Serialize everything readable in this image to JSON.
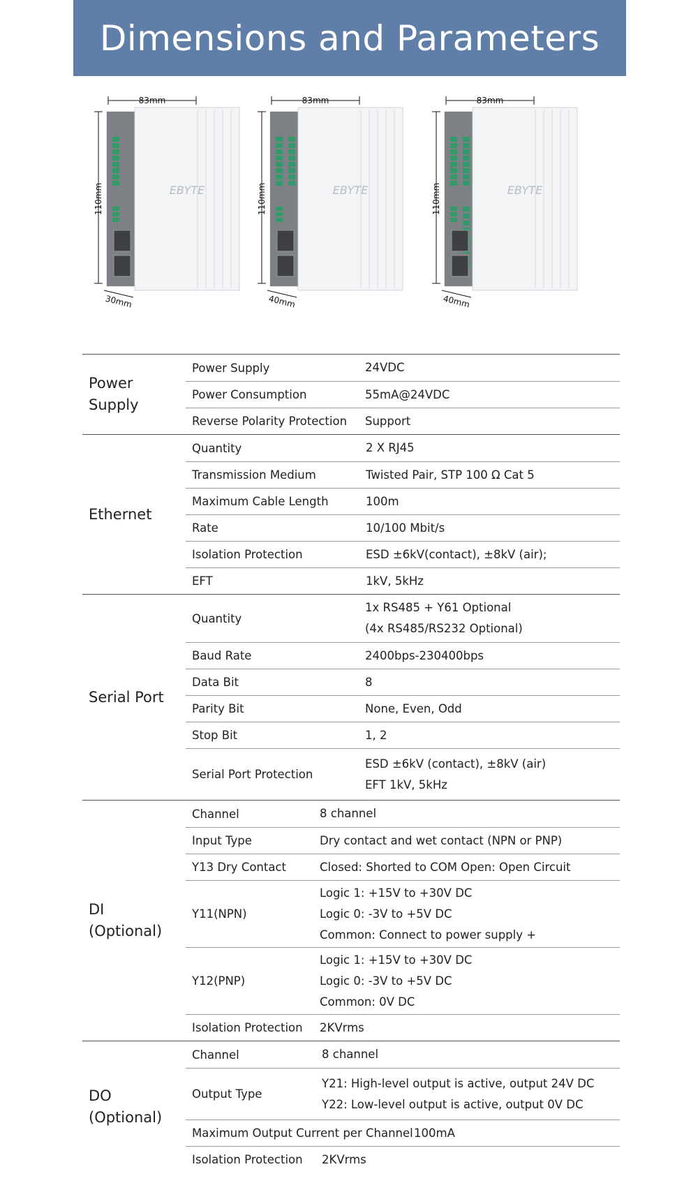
{
  "title": "Dimensions and Parameters",
  "brand": "EBYTE",
  "devices": [
    {
      "width_label": "83mm",
      "height_label": "110mm",
      "depth_label": "30mm"
    },
    {
      "width_label": "83mm",
      "height_label": "110mm",
      "depth_label": "40mm"
    },
    {
      "width_label": "83mm",
      "height_label": "110mm",
      "depth_label": "40mm"
    }
  ],
  "colors": {
    "banner": "#5f7ea8",
    "terminal": "#2f9b6a",
    "housing": "#f2f3f5"
  },
  "sections": [
    {
      "label": "Power\nSupply",
      "rows": [
        {
          "key": "Power Supply",
          "value": "24VDC"
        },
        {
          "key": "Power Consumption",
          "value": "55mA@24VDC"
        },
        {
          "key": "Reverse Polarity Protection",
          "value": "Support"
        }
      ]
    },
    {
      "label": "Ethernet",
      "rows": [
        {
          "key": "Quantity",
          "value": "2 X RJ45"
        },
        {
          "key": "Transmission Medium",
          "value": "Twisted Pair, STP 100 Ω Cat 5"
        },
        {
          "key": "Maximum Cable Length",
          "value": "100m"
        },
        {
          "key": "Rate",
          "value": "10/100 Mbit/s"
        },
        {
          "key": "Isolation Protection",
          "value": "ESD  ±6kV(contact), ±8kV (air);"
        },
        {
          "key": "EFT",
          "value": "1kV, 5kHz"
        }
      ]
    },
    {
      "label": "Serial Port",
      "rows": [
        {
          "key": "Quantity",
          "value": "1x RS485 + Y61 Optional\n(4x RS485/RS232 Optional)"
        },
        {
          "key": "Baud Rate",
          "value": "2400bps-230400bps"
        },
        {
          "key": "Data Bit",
          "value": "8"
        },
        {
          "key": "Parity Bit",
          "value": "None, Even, Odd"
        },
        {
          "key": "Stop Bit",
          "value": "1, 2"
        },
        {
          "key": "Serial Port Protection",
          "value": "ESD ±6kV (contact), ±8kV (air)\nEFT 1kV, 5kHz"
        }
      ]
    },
    {
      "label": "DI\n(Optional)",
      "rows": [
        {
          "key": "Channel",
          "value": "8 channel"
        },
        {
          "key": "Input Type",
          "value": "Dry contact and wet contact (NPN or PNP)"
        },
        {
          "key": "Y13 Dry Contact",
          "value": "Closed: Shorted to COM   Open: Open Circuit"
        },
        {
          "key": "Y11(NPN)",
          "value": "Logic 1: +15V to +30V DC\nLogic 0: -3V to +5V DC\nCommon: Connect to power supply +"
        },
        {
          "key": "Y12(PNP)",
          "value": "Logic 1: +15V to +30V DC\nLogic 0: -3V to +5V DC\nCommon: 0V DC"
        },
        {
          "key": "Isolation Protection",
          "value": "2KVrms"
        }
      ]
    },
    {
      "label": "DO\n(Optional)",
      "rows": [
        {
          "key": "Channel",
          "value": "8 channel"
        },
        {
          "key": "Output Type",
          "value": "Y21: High-level output is active, output 24V DC\nY22: Low-level output is active, output 0V DC"
        },
        {
          "key": "Maximum Output Current per Channel",
          "value": "100mA"
        },
        {
          "key": "Isolation Protection",
          "value": "2KVrms"
        }
      ]
    }
  ]
}
